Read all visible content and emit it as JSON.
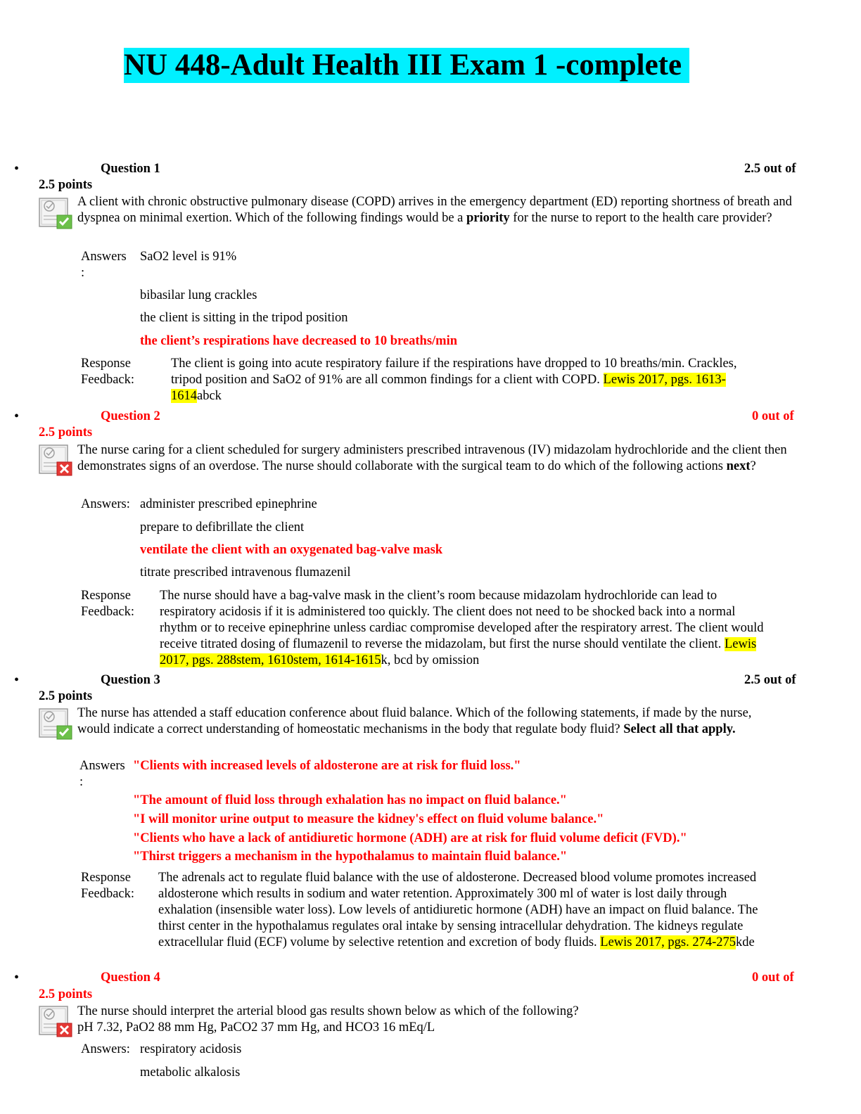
{
  "title": "NU 448-Adult Health III Exam 1 -complete",
  "bullet": "•",
  "questions": [
    {
      "label": "Question 1",
      "score": "2.5 out of",
      "points": "2.5 points",
      "result_icon": "check-icon",
      "stem_a": "A client with chronic obstructive pulmonary disease (COPD) arrives in the emergency department (ED) reporting shortness of breath and dyspnea on minimal exertion. Which of the following findings would be a ",
      "stem_bold": "priority",
      "stem_b": " for the nurse to report to the health care provider?",
      "answers_label": "Answers",
      "answers_colon": ":",
      "answers": [
        "SaO2 level is 91%",
        "bibasilar lung crackles",
        "the client is sitting in the tripod position",
        "the client’s respirations have decreased to 10 breaths/min"
      ],
      "feedback_label_1": "Response",
      "feedback_label_2": "Feedback:",
      "feedback_text": "The client is going into acute respiratory failure if the respirations have dropped to 10 breaths/min. Crackles, tripod position and SaO2 of 91% are all common findings for a client with COPD. ",
      "feedback_ref": "Lewis 2017, pgs. 1613-1614",
      "feedback_tail": "abck"
    },
    {
      "label": "Question 2",
      "score": "0 out of",
      "points": "2.5 points",
      "result_icon": "x-icon",
      "stem_a": "The nurse caring for a client scheduled for surgery administers prescribed intravenous (IV) midazolam hydrochloride and the client then demonstrates signs of an overdose. The nurse should collaborate with the surgical team to do which of the following actions ",
      "stem_bold": "next",
      "stem_b": "?",
      "answers_label": "Answers:",
      "answers": [
        "administer prescribed epinephrine",
        "prepare to defibrillate the client",
        "ventilate the client with an oxygenated bag-valve mask",
        "titrate prescribed intravenous flumazenil"
      ],
      "feedback_label_1": "Response",
      "feedback_label_2": "Feedback:",
      "feedback_text": "The nurse should have a bag-valve mask in the client’s room because midazolam hydrochloride can lead to respiratory acidosis if it is administered too quickly. The client does not need to be shocked back into a normal rhythm or to receive epinephrine unless cardiac compromise developed after the respiratory arrest. The client would receive titrated dosing of flumazenil to reverse the midazolam, but first the nurse should ventilate the client. ",
      "feedback_ref": "Lewis 2017, pgs. 288stem, 1610stem, 1614-1615",
      "feedback_tail": "k, bcd by omission"
    },
    {
      "label": "Question 3",
      "score": "2.5 out of",
      "points": "2.5 points",
      "result_icon": "check-icon",
      "stem_a": "The nurse has attended a staff education conference about fluid balance. Which of the following statements, if made by the nurse, would indicate a correct understanding of homeostatic mechanisms in the body that regulate body fluid? ",
      "stem_bold": "Select all that apply.",
      "stem_b": "",
      "answers_label": "Answers",
      "answers_colon": ":",
      "answers": [
        "\"Clients with increased levels of aldosterone are at risk for fluid loss.\"",
        "\"The amount of fluid loss through exhalation has no impact on fluid balance.\"",
        "\"I will monitor urine output to measure the kidney's effect on fluid volume balance.\"",
        "\"Clients who have a lack of antidiuretic hormone (ADH) are at risk for fluid volume deficit (FVD).\"",
        "\"Thirst triggers a mechanism in the hypothalamus to maintain fluid balance.\""
      ],
      "feedback_label_1": "Response",
      "feedback_label_2": "Feedback:",
      "feedback_text": "The adrenals act to regulate fluid balance with the use of aldosterone. Decreased blood volume promotes increased aldosterone which results in sodium and water retention. Approximately 300 ml of water is lost daily through exhalation (insensible water loss). Low levels of antidiuretic hormone (ADH) have an impact on fluid balance. The thirst center in the hypothalamus regulates oral intake by sensing intracellular dehydration. The kidneys regulate extracellular fluid (ECF) volume by selective retention and excretion of body fluids. ",
      "feedback_ref": "Lewis 2017, pgs. 274-275",
      "feedback_tail": "kde"
    },
    {
      "label": "Question 4",
      "score": "0 out of",
      "points": "2.5 points",
      "result_icon": "x-icon",
      "stem_a": "The nurse should interpret the arterial blood gas results shown below as which of the following?",
      "stem_line2": "pH 7.32, PaO2 88 mm Hg, PaCO2 37 mm Hg, and HCO3 16 mEq/L",
      "answers_label": "Answers:",
      "answers": [
        "respiratory acidosis",
        "metabolic alkalosis"
      ]
    }
  ],
  "colors": {
    "title_bg": "#00f0ff",
    "correct_red": "#ff0000",
    "highlight": "#ffff00",
    "check_green": "#6cc04a",
    "x_red": "#e53935"
  }
}
